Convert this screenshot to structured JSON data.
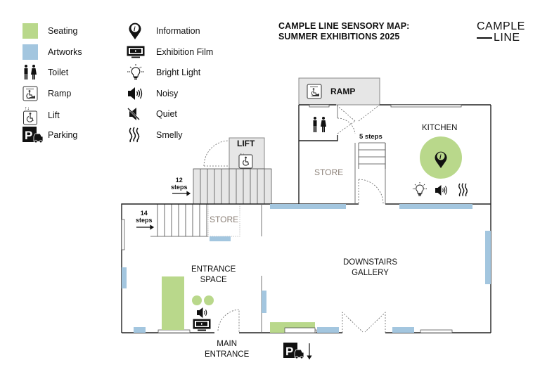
{
  "title": {
    "line1": "CAMPLE LINE SENSORY MAP:",
    "line2": "SUMMER EXHIBITIONS 2025"
  },
  "logo": {
    "line1": "CAMPLE",
    "line2": "LINE"
  },
  "colors": {
    "seating": "#b9d88b",
    "artworks": "#a3c6df",
    "circulation": "#e6e6e6",
    "wall": "#222222",
    "store_text": "#8c8178"
  },
  "legend": {
    "left": [
      {
        "icon": "seating-swatch",
        "label": "Seating"
      },
      {
        "icon": "artworks-swatch",
        "label": "Artworks"
      },
      {
        "icon": "toilet-icon",
        "label": "Toilet"
      },
      {
        "icon": "ramp-icon",
        "label": "Ramp"
      },
      {
        "icon": "lift-icon",
        "label": "Lift"
      },
      {
        "icon": "parking-icon",
        "label": "Parking"
      }
    ],
    "right": [
      {
        "icon": "information-icon",
        "label": "Information"
      },
      {
        "icon": "exhibition-film-icon",
        "label": "Exhibition Film"
      },
      {
        "icon": "bright-light-icon",
        "label": "Bright Light"
      },
      {
        "icon": "noisy-icon",
        "label": "Noisy"
      },
      {
        "icon": "quiet-icon",
        "label": "Quiet"
      },
      {
        "icon": "smelly-icon",
        "label": "Smelly"
      }
    ]
  },
  "map": {
    "ramp_label": "RAMP",
    "lift_label": "LIFT",
    "kitchen_label": "KITCHEN",
    "store_upper_label": "STORE",
    "store_lower_label": "STORE",
    "entrance_space_line1": "ENTRANCE",
    "entrance_space_line2": "SPACE",
    "gallery_line1": "DOWNSTAIRS",
    "gallery_line2": "GALLERY",
    "main_entrance_line1": "MAIN",
    "main_entrance_line2": "ENTRANCE",
    "steps_5": "5 steps",
    "steps_12_num": "12",
    "steps_12_word": "steps",
    "steps_14_num": "14",
    "steps_14_word": "steps"
  }
}
